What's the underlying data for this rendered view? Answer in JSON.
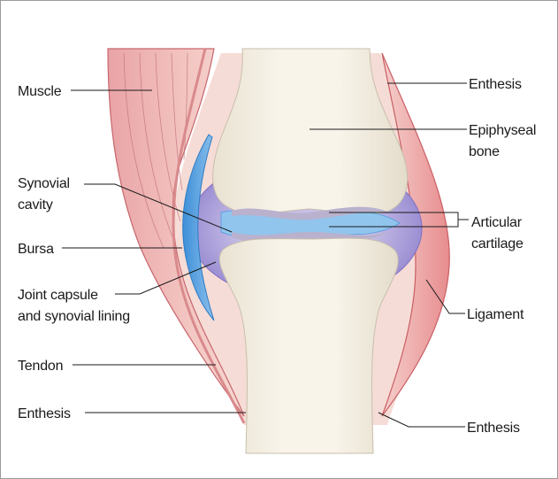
{
  "labels": {
    "muscle": "Muscle",
    "synovial_cavity": [
      "Synovial",
      "cavity"
    ],
    "bursa": "Bursa",
    "joint_capsule": [
      "Joint capsule",
      "and synovial lining"
    ],
    "tendon": "Tendon",
    "enthesis_left": "Enthesis",
    "enthesis_top_right": "Enthesis",
    "epiphyseal_bone": [
      "Epiphyseal",
      "bone"
    ],
    "articular_cartilage": [
      "Articular",
      "cartilage"
    ],
    "ligament": "Ligament",
    "enthesis_bottom_right": "Enthesis"
  }
}
